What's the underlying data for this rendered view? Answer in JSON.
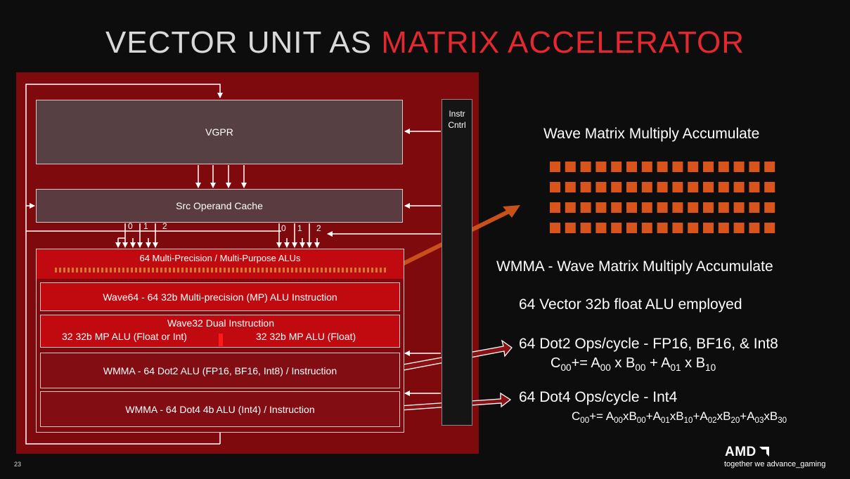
{
  "title": {
    "part1": "VECTOR UNIT AS ",
    "part2": "MATRIX ACCELERATOR"
  },
  "diagram": {
    "vgpr": "VGPR",
    "src_cache": "Src Operand Cache",
    "instr_ctrl": {
      "line1": "Instr",
      "line2": "Cntrl"
    },
    "ports": [
      "0",
      "1",
      "2"
    ],
    "alu_title": "64 Multi-Precision / Multi-Purpose ALUs",
    "wave64": "Wave64 - 64 32b Multi-precision (MP) ALU Instruction",
    "wave32": {
      "title": "Wave32 Dual Instruction",
      "left": "32 32b MP ALU (Float or Int)",
      "right": "32 32b MP ALU (Float)"
    },
    "wmma_dot2": "WMMA - 64 Dot2 ALU (FP16, BF16, Int8) / Instruction",
    "wmma_dot4": "WMMA - 64 Dot4 4b ALU (Int4) / Instruction"
  },
  "right": {
    "heading": "Wave Matrix Multiply Accumulate",
    "grid": {
      "rows": 4,
      "cols": 15,
      "color": "#d9541b"
    },
    "wmma_line": "WMMA - Wave Matrix Multiply Accumulate",
    "vector_line": "64 Vector 32b float ALU employed",
    "dot2_line": "64 Dot2 Ops/cycle - FP16, BF16, & Int8",
    "dot4_line": "64 Dot4 Ops/cycle -  Int4"
  },
  "footer": {
    "logo": "AMD",
    "tagline": "together we advance_gaming",
    "page": "23"
  },
  "colors": {
    "accent_red": "#e3282f",
    "panel": "#7f0a0d",
    "alu_red": "#c00a10",
    "orange": "#d9541b"
  }
}
